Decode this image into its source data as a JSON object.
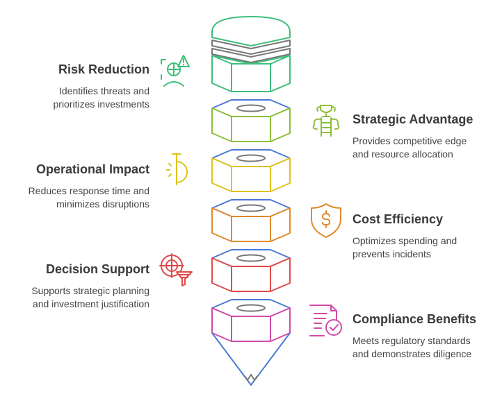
{
  "items": [
    {
      "title": "Risk Reduction",
      "line1": "Identifies threats and",
      "line2": "prioritizes investments",
      "color": "#3cbf7a",
      "icon": "risk-target-alert-icon"
    },
    {
      "title": "Strategic Advantage",
      "line1": "Provides competitive edge",
      "line2": "and resource allocation",
      "color": "#8cbf3a",
      "icon": "trophy-ladder-icon"
    },
    {
      "title": "Operational Impact",
      "line1": "Reduces response time and",
      "line2": "minimizes disruptions",
      "color": "#e0c21a",
      "icon": "stopwatch-icon"
    },
    {
      "title": "Cost Efficiency",
      "line1": "Optimizes spending and",
      "line2": "prevents incidents",
      "color": "#e08a2a",
      "icon": "dollar-shield-icon"
    },
    {
      "title": "Decision Support",
      "line1": "Supports strategic planning",
      "line2": "and investment justification",
      "color": "#e04a4a",
      "icon": "target-funnel-icon"
    },
    {
      "title": "Compliance Benefits",
      "line1": "Meets regulatory standards",
      "line2": "and demonstrates diligence",
      "color": "#d24aa8",
      "icon": "document-check-icon"
    }
  ],
  "colors": {
    "top_outline": "#3cbf7a",
    "spacer": "#777777",
    "hex_top": "#4a78d6",
    "cone": "#4a78d6"
  }
}
